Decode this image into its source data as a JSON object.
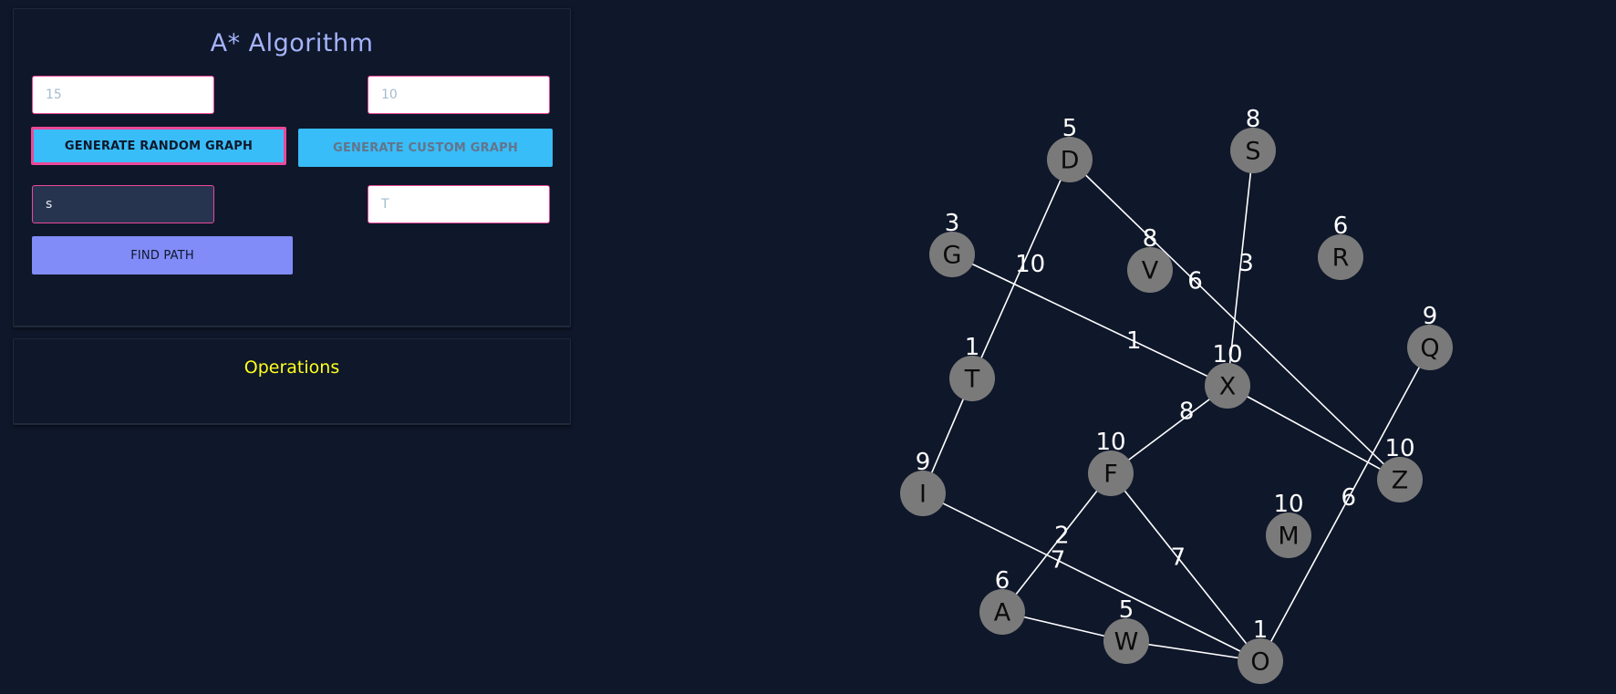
{
  "app": {
    "title": "A* Algorithm"
  },
  "inputs": {
    "nodes_count": {
      "placeholder": "15"
    },
    "edges_count": {
      "placeholder": "10"
    },
    "source": {
      "value": "s"
    },
    "target": {
      "placeholder": "T"
    }
  },
  "buttons": {
    "random": "GENERATE RANDOM GRAPH",
    "custom": "GENERATE CUSTOM GRAPH",
    "find": "FIND PATH"
  },
  "operations": {
    "title": "Operations"
  },
  "colors": {
    "background": "#0f172a",
    "title": "#a5b4fc",
    "operations_title": "#ffff1a",
    "button_blue": "#38bdf8",
    "button_purple": "#818cf8",
    "input_border": "#ec4899",
    "node_fill": "#7a7a7a"
  },
  "graph": {
    "nodes": [
      {
        "id": "D",
        "label": "D",
        "heuristic": "5"
      },
      {
        "id": "S",
        "label": "S",
        "heuristic": "8"
      },
      {
        "id": "G",
        "label": "G",
        "heuristic": "3"
      },
      {
        "id": "V",
        "label": "V",
        "heuristic": "8"
      },
      {
        "id": "R",
        "label": "R",
        "heuristic": "6"
      },
      {
        "id": "Q",
        "label": "Q",
        "heuristic": "9"
      },
      {
        "id": "T",
        "label": "T",
        "heuristic": "1"
      },
      {
        "id": "X",
        "label": "X",
        "heuristic": "10"
      },
      {
        "id": "F",
        "label": "F",
        "heuristic": "10"
      },
      {
        "id": "Z",
        "label": "Z",
        "heuristic": "10"
      },
      {
        "id": "I",
        "label": "I",
        "heuristic": "9"
      },
      {
        "id": "M",
        "label": "M",
        "heuristic": "10"
      },
      {
        "id": "A",
        "label": "A",
        "heuristic": "6"
      },
      {
        "id": "W",
        "label": "W",
        "heuristic": "5"
      },
      {
        "id": "O",
        "label": "O",
        "heuristic": "1"
      }
    ],
    "edges": [
      {
        "from": "D",
        "to": "T",
        "weight": "10"
      },
      {
        "from": "D",
        "to": "Z",
        "weight": "6"
      },
      {
        "from": "S",
        "to": "X",
        "weight": "3"
      },
      {
        "from": "G",
        "to": "X",
        "weight": "1"
      },
      {
        "from": "T",
        "to": "I",
        "weight": ""
      },
      {
        "from": "X",
        "to": "Z",
        "weight": ""
      },
      {
        "from": "X",
        "to": "F",
        "weight": "8"
      },
      {
        "from": "F",
        "to": "A",
        "weight": "2"
      },
      {
        "from": "F",
        "to": "O",
        "weight": "7"
      },
      {
        "from": "I",
        "to": "O",
        "weight": "7"
      },
      {
        "from": "A",
        "to": "W",
        "weight": ""
      },
      {
        "from": "W",
        "to": "O",
        "weight": ""
      },
      {
        "from": "Q",
        "to": "O",
        "weight": "6"
      }
    ]
  }
}
